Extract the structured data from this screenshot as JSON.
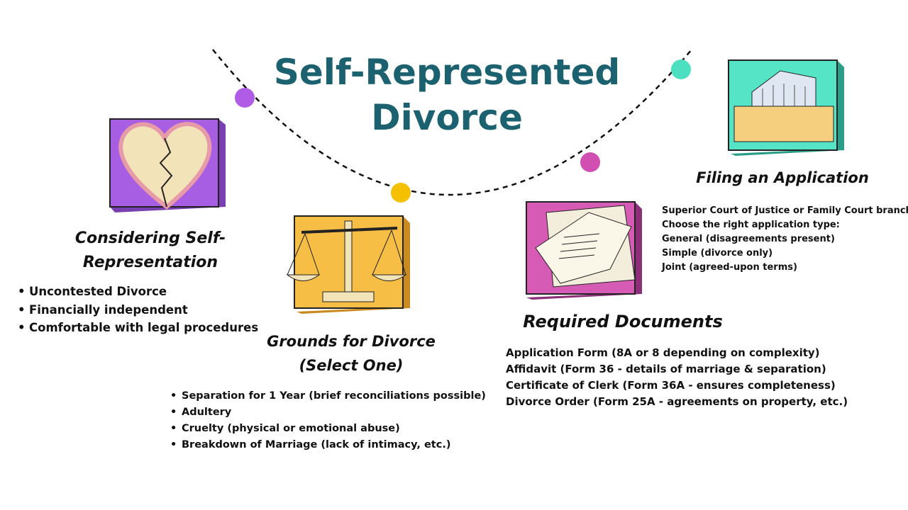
{
  "title": {
    "line1": "Self-Represented",
    "line2": "Divorce"
  },
  "colors": {
    "title": "#1b6170",
    "purple": "#a75ee3",
    "yellow": "#f6be45",
    "pink": "#d55bb5",
    "teal": "#55e4c6",
    "dot_yellow": "#f5c000",
    "dot_pink": "#d04fb0",
    "dot_teal": "#4de0c0",
    "dot_purple": "#b05ce6"
  },
  "sections": {
    "considering": {
      "heading_line1": "Considering Self-",
      "heading_line2": "Representation",
      "icon": "broken-heart-icon",
      "items": [
        "Uncontested Divorce",
        "Financially independent",
        "Comfortable with legal procedures"
      ]
    },
    "grounds": {
      "heading_line1": "Grounds for Divorce",
      "heading_line2": "(Select One)",
      "icon": "scales-of-justice-icon",
      "items": [
        "Separation for 1 Year (brief reconciliations possible)",
        "Adultery",
        "Cruelty (physical or emotional abuse)",
        "Breakdown of Marriage (lack of intimacy, etc.)"
      ]
    },
    "documents": {
      "heading": "Required Documents",
      "icon": "documents-icon",
      "items": [
        "Application Form (8A or 8 depending on complexity)",
        "Affidavit (Form 36 - details of marriage & separation)",
        "Certificate of Clerk (Form 36A - ensures completeness)",
        "Divorce Order (Form 25A - agreements on property, etc.)"
      ]
    },
    "filing": {
      "heading": "Filing an Application",
      "icon": "courthouse-icon",
      "items": [
        "Superior Court of Justice or Family Court branch",
        "Choose the right application type:",
        "General (disagreements present)",
        "Simple (divorce only)",
        "Joint (agreed-upon terms)"
      ]
    }
  }
}
